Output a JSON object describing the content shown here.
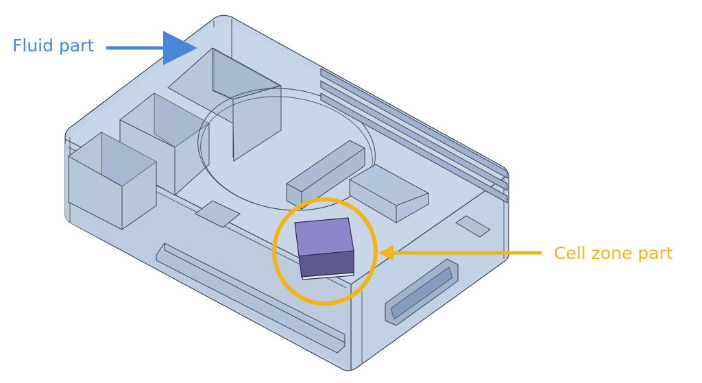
{
  "labels": {
    "fluid_part": "Fluid part",
    "cell_zone_part": "Cell zone part"
  },
  "colors": {
    "fluid_label": "#4a86d8",
    "cell_zone_label": "#f3b415",
    "enclosure_fill": "#c3d2e4",
    "enclosure_edge": "#3a4450",
    "cell_zone_top": "#8d86c8",
    "cell_zone_side": "#5f5a8e"
  },
  "annotations": [
    {
      "label_key": "fluid_part",
      "arrow_direction": "right",
      "target": "enclosure"
    },
    {
      "label_key": "cell_zone_part",
      "arrow_direction": "left",
      "target": "cube-in-circle"
    }
  ]
}
